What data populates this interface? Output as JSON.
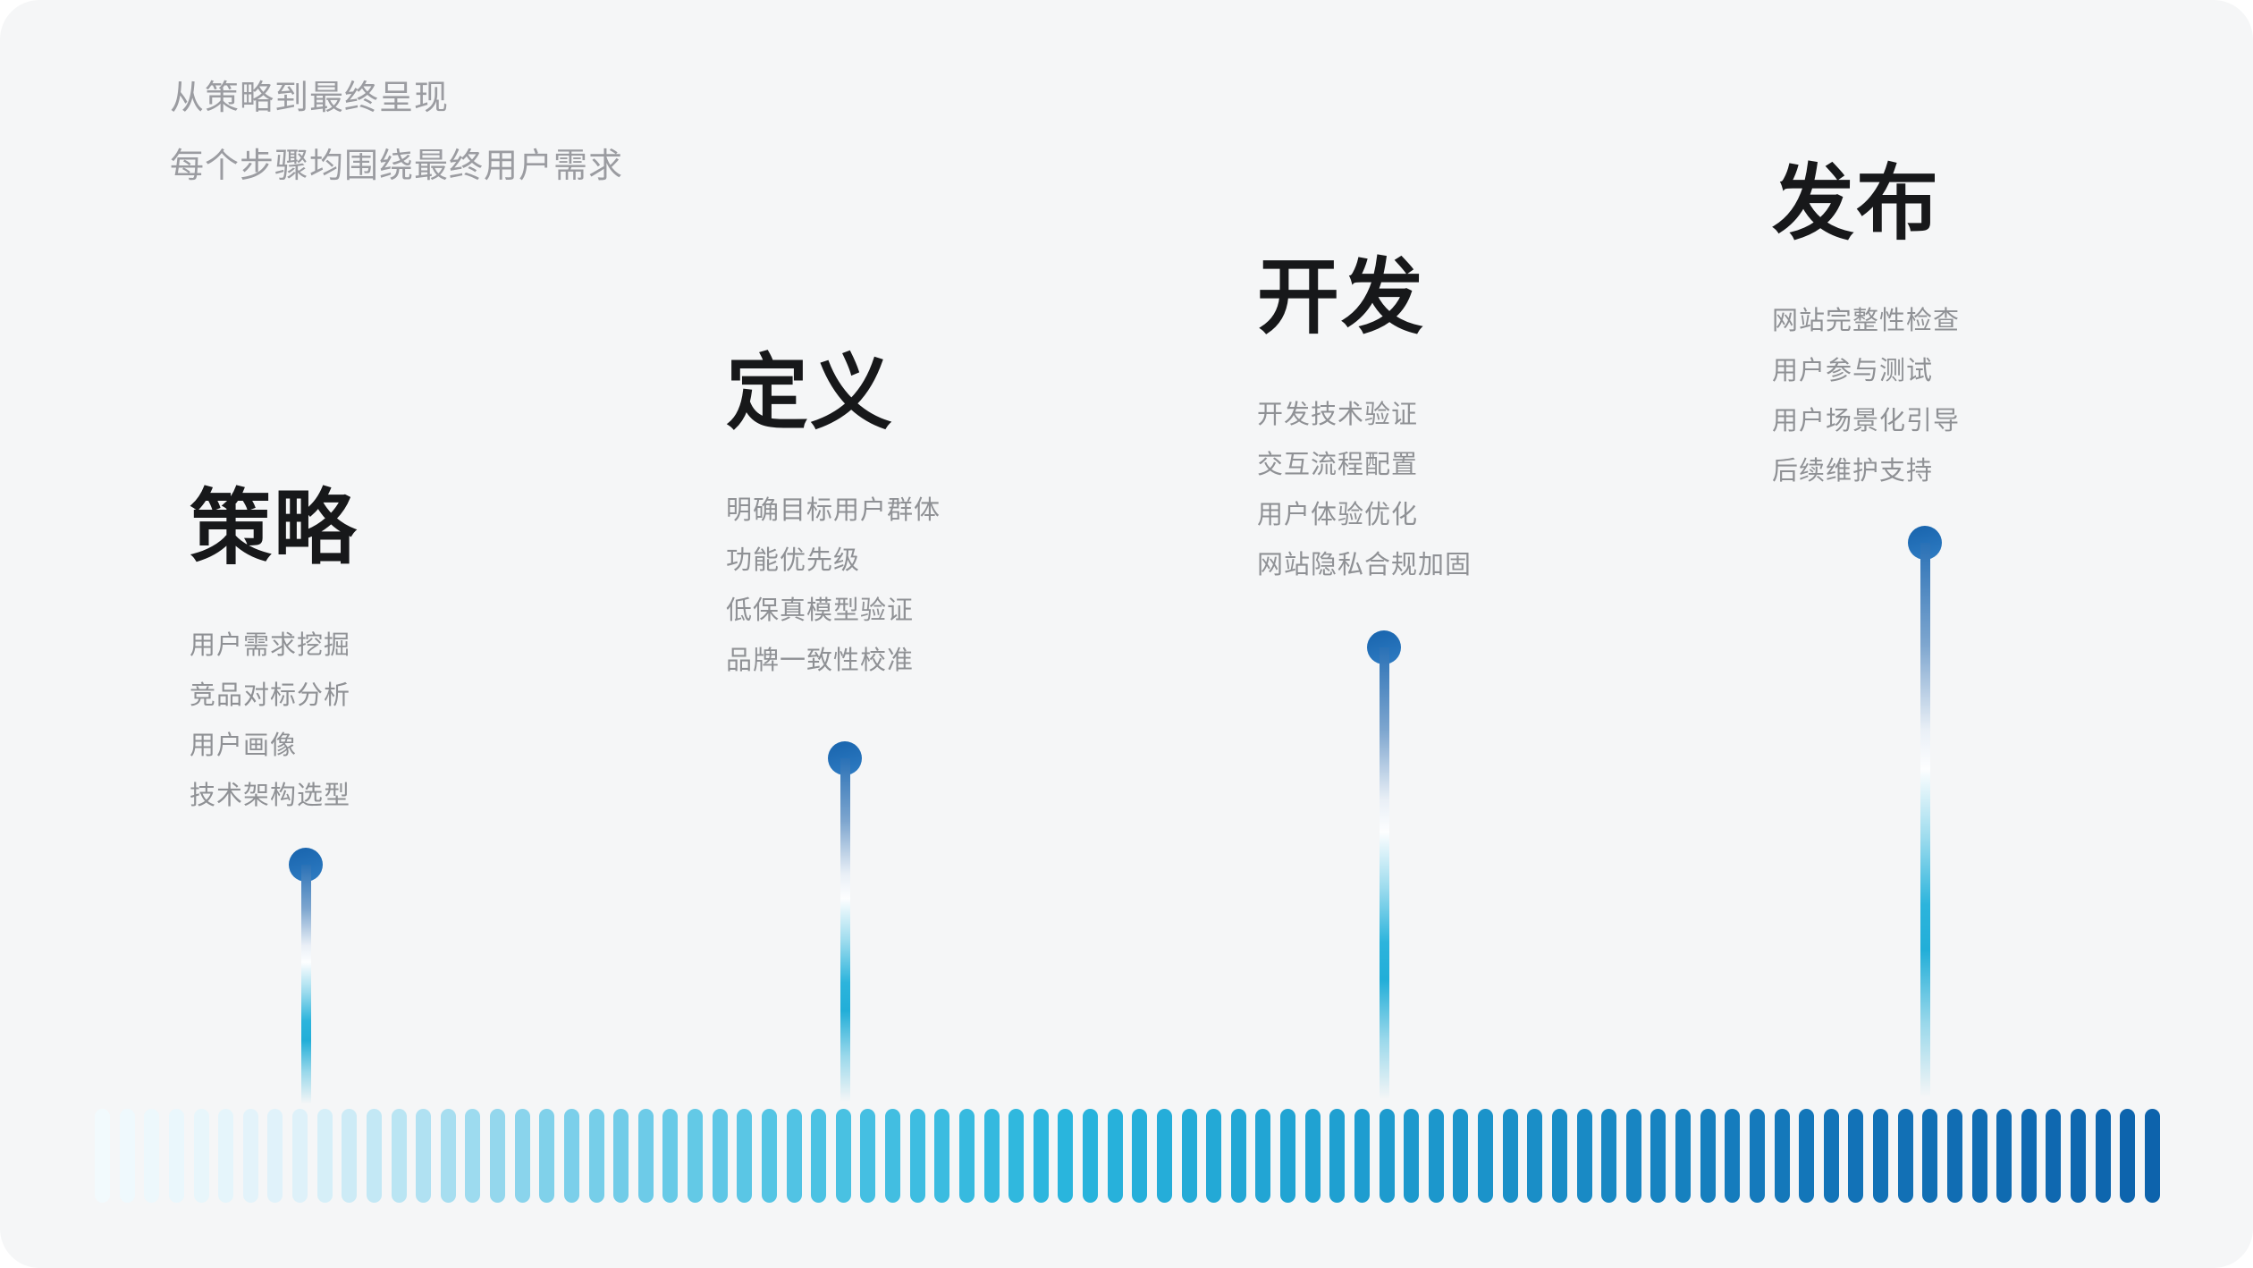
{
  "header": {
    "line1": "从策略到最终呈现",
    "line2": "每个步骤均围绕最终用户需求"
  },
  "stages": [
    {
      "title": "策略",
      "items": [
        "用户需求挖掘",
        "竞品对标分析",
        "用户画像",
        "技术架构选型"
      ]
    },
    {
      "title": "定义",
      "items": [
        "明确目标用户群体",
        "功能优先级",
        "低保真模型验证",
        "品牌一致性校准"
      ]
    },
    {
      "title": "开发",
      "items": [
        "开发技术验证",
        "交互流程配置",
        "用户体验优化",
        "网站隐私合规加固"
      ]
    },
    {
      "title": "发布",
      "items": [
        "网站完整性检查",
        "用户参与测试",
        "用户场景化引导",
        "后续维护支持"
      ]
    }
  ],
  "colors": {
    "canvas_background": "#f5f6f7",
    "subtitle_text": "#9b9ca1",
    "heading_text": "#17181a",
    "item_text": "#8f9195",
    "milestone_dot": "#1d6fb8",
    "stem_cyan": "#2cb4dc"
  },
  "timeline": {
    "bar_count": 84,
    "gradient_stops": [
      {
        "t": 0.0,
        "color": "#f2fafd"
      },
      {
        "t": 0.1,
        "color": "#ddf1f9"
      },
      {
        "t": 0.22,
        "color": "#7ed0ea"
      },
      {
        "t": 0.35,
        "color": "#4cc2e3"
      },
      {
        "t": 0.47,
        "color": "#29b5dd"
      },
      {
        "t": 0.6,
        "color": "#1fa0d1"
      },
      {
        "t": 0.7,
        "color": "#1a8ec7"
      },
      {
        "t": 0.84,
        "color": "#1374b8"
      },
      {
        "t": 1.0,
        "color": "#0d63ac"
      }
    ]
  }
}
